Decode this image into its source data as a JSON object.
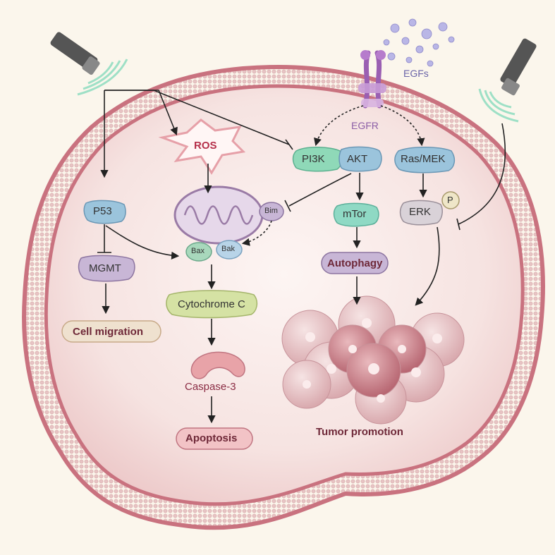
{
  "labels": {
    "egfs": "EGFs",
    "egfr": "EGFR",
    "ros": "ROS",
    "pi3k": "PI3K",
    "akt": "AKT",
    "ras_mek": "Ras/MEK",
    "p53": "P53",
    "bim": "Bim",
    "bax": "Bax",
    "bak": "Bak",
    "mtor": "mTor",
    "erk": "ERK",
    "p": "P",
    "mgmt": "MGMT",
    "cytochrome_c": "Cytochrome C",
    "autophagy": "Autophagy",
    "cell_migration": "Cell migration",
    "caspase3": "Caspase-3",
    "apoptosis": "Apoptosis",
    "tumor_promotion": "Tumor promotion"
  },
  "colors": {
    "background": "#fbf6ec",
    "membrane": "#c9727f",
    "cytoplasm": "#f7e4e2",
    "green_node": "#8fd9b8",
    "blue_node": "#9bc4dc",
    "purple_node": "#c8b6d6",
    "pink_node": "#f2c3c6",
    "accent_red": "#b5304a"
  },
  "icons": [
    "ultrasound-probe-icon",
    "signal-wave-icon",
    "egf-ligand-icon",
    "egf-receptor-icon",
    "mitochondrion-icon",
    "caspase-enzyme-icon",
    "tumor-cell-cluster-icon"
  ]
}
